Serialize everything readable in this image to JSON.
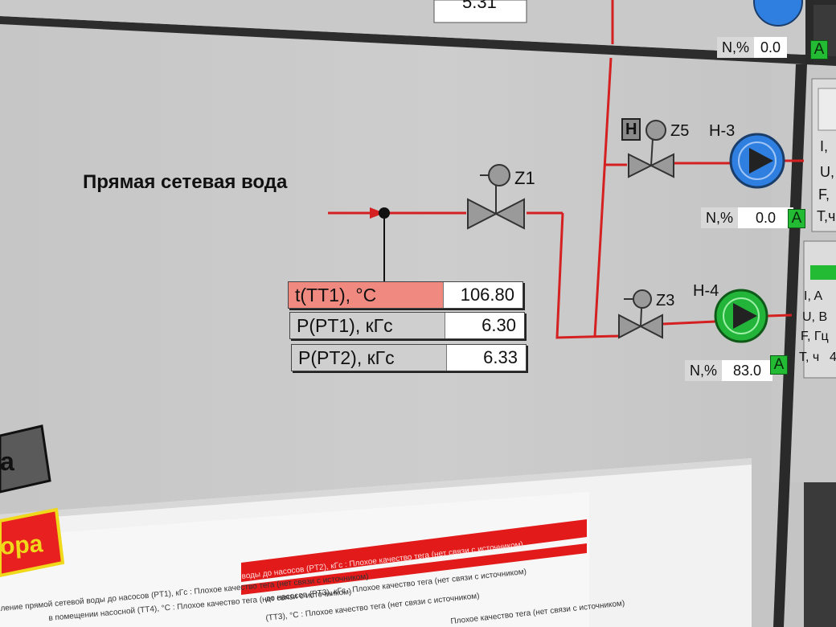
{
  "title": "Прямая сетевая вода",
  "valves": {
    "z1": "Z1",
    "z5": "Z5",
    "z3": "Z3",
    "h_mark": "Н"
  },
  "pumps": [
    {
      "id": "h3",
      "label": "Н-3",
      "n_label": "N,%",
      "n_value": "0.0",
      "status": "A",
      "color": "#2f7fe0"
    },
    {
      "id": "h4",
      "label": "Н-4",
      "n_label": "N,%",
      "n_value": "83.0",
      "status": "A",
      "color": "#22b53a"
    },
    {
      "id": "top",
      "label": "",
      "n_label": "N,%",
      "n_value": "0.0",
      "status": "A",
      "color": "#2f7fe0"
    }
  ],
  "top_partial_value": "5.31",
  "sensors": [
    {
      "name": "t(TT1), °C",
      "value": "106.80",
      "alarm": true
    },
    {
      "name": "P(PT1), кГс",
      "value": "6.30",
      "alarm": false
    },
    {
      "name": "P(PT2), кГс",
      "value": "6.33",
      "alarm": false
    }
  ],
  "side_panel": {
    "upper": [
      "I,",
      "U,",
      "F,",
      "T,ч"
    ],
    "lower": [
      "I, A",
      "U, B",
      "F, Гц",
      "T, ч"
    ],
    "lower_partial": "4"
  },
  "buttons": {
    "gray_partial": "а",
    "alarm_partial": "ора"
  },
  "log": [
    "ление прямой сетевой воды до насосов (PT1), кГс : Плохое качество тега (нет связи с источником)",
    "в помещении насосной (TT4), °C : Плохое качество тега (нет связи с источником)",
    "воды до насосов (PT2), кГс : Плохое качество тега (нет связи с источником)",
    "до насосов (PT3), кГс : Плохое качество тега (нет связи с источником)",
    "(TT3), °C : Плохое качество тега (нет связи с источником)",
    "Плохое качество тега (нет связи с источником)"
  ],
  "colors": {
    "pipe": "#d42020",
    "panel": "#c9c9c9",
    "alarm": "#f08a80",
    "log_red": "#e21a1a",
    "pump_blue": "#2f7fe0",
    "pump_green": "#22b53a"
  }
}
